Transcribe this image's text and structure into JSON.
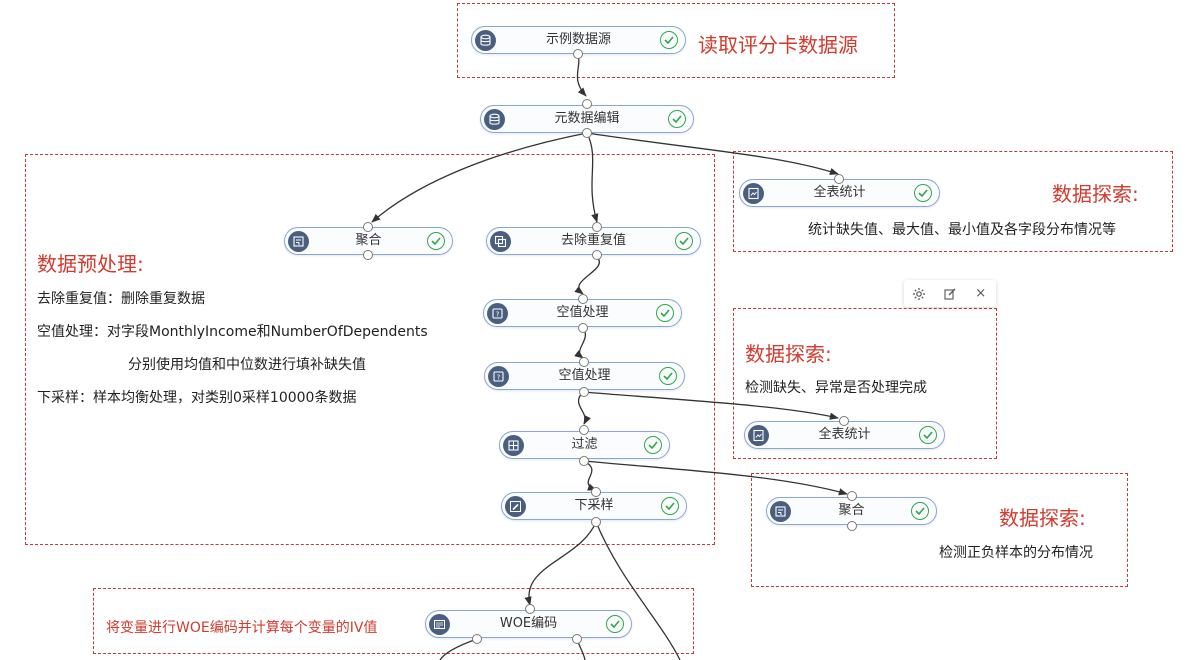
{
  "nodes": {
    "n1": {
      "label": "示例数据源"
    },
    "n2": {
      "label": "元数据编辑"
    },
    "n3": {
      "label": "全表统计"
    },
    "n4": {
      "label": "聚合"
    },
    "n5": {
      "label": "去除重复值"
    },
    "n6": {
      "label": "空值处理"
    },
    "n7": {
      "label": "空值处理"
    },
    "n8": {
      "label": "全表统计"
    },
    "n9": {
      "label": "过滤"
    },
    "n10": {
      "label": "聚合"
    },
    "n11": {
      "label": "下采样"
    },
    "n12": {
      "label": "WOE编码"
    }
  },
  "edges": [
    [
      "n1",
      "n2"
    ],
    [
      "n2",
      "n3"
    ],
    [
      "n2",
      "n4"
    ],
    [
      "n2",
      "n5"
    ],
    [
      "n5",
      "n6"
    ],
    [
      "n6",
      "n7"
    ],
    [
      "n7",
      "n9"
    ],
    [
      "n7",
      "n8"
    ],
    [
      "n9",
      "n11"
    ],
    [
      "n9",
      "n10"
    ],
    [
      "n11",
      "n12"
    ]
  ],
  "annotations": {
    "source_title": "读取评分卡数据源",
    "explore1_title": "数据探索:",
    "explore1_text": "统计缺失值、最大值、最小值及各字段分布情况等",
    "preprocess_title": "数据预处理:",
    "preprocess_line1": "去除重复值：删除重复数据",
    "preprocess_line2": "空值处理：对字段MonthlyIncome和NumberOfDependents",
    "preprocess_line3": "分别使用均值和中位数进行填补缺失值",
    "preprocess_line4": "下采样：样本均衡处理，对类别0采样10000条数据",
    "explore2_title": "数据探索:",
    "explore2_text": "检测缺失、异常是否处理完成",
    "explore3_title": "数据探索:",
    "explore3_text": "检测正负样本的分布情况",
    "woe_text": "将变量进行WOE编码并计算每个变量的IV值"
  },
  "colors": {
    "annotation_red": "#d23a2e",
    "status_green": "#2ea84a",
    "node_icon_bg": "#4a5f7f",
    "node_border": "#8aa7cf"
  },
  "toolbar": {
    "icons": [
      "gear-icon",
      "edit-icon",
      "close-icon"
    ],
    "close_glyph": "×"
  }
}
